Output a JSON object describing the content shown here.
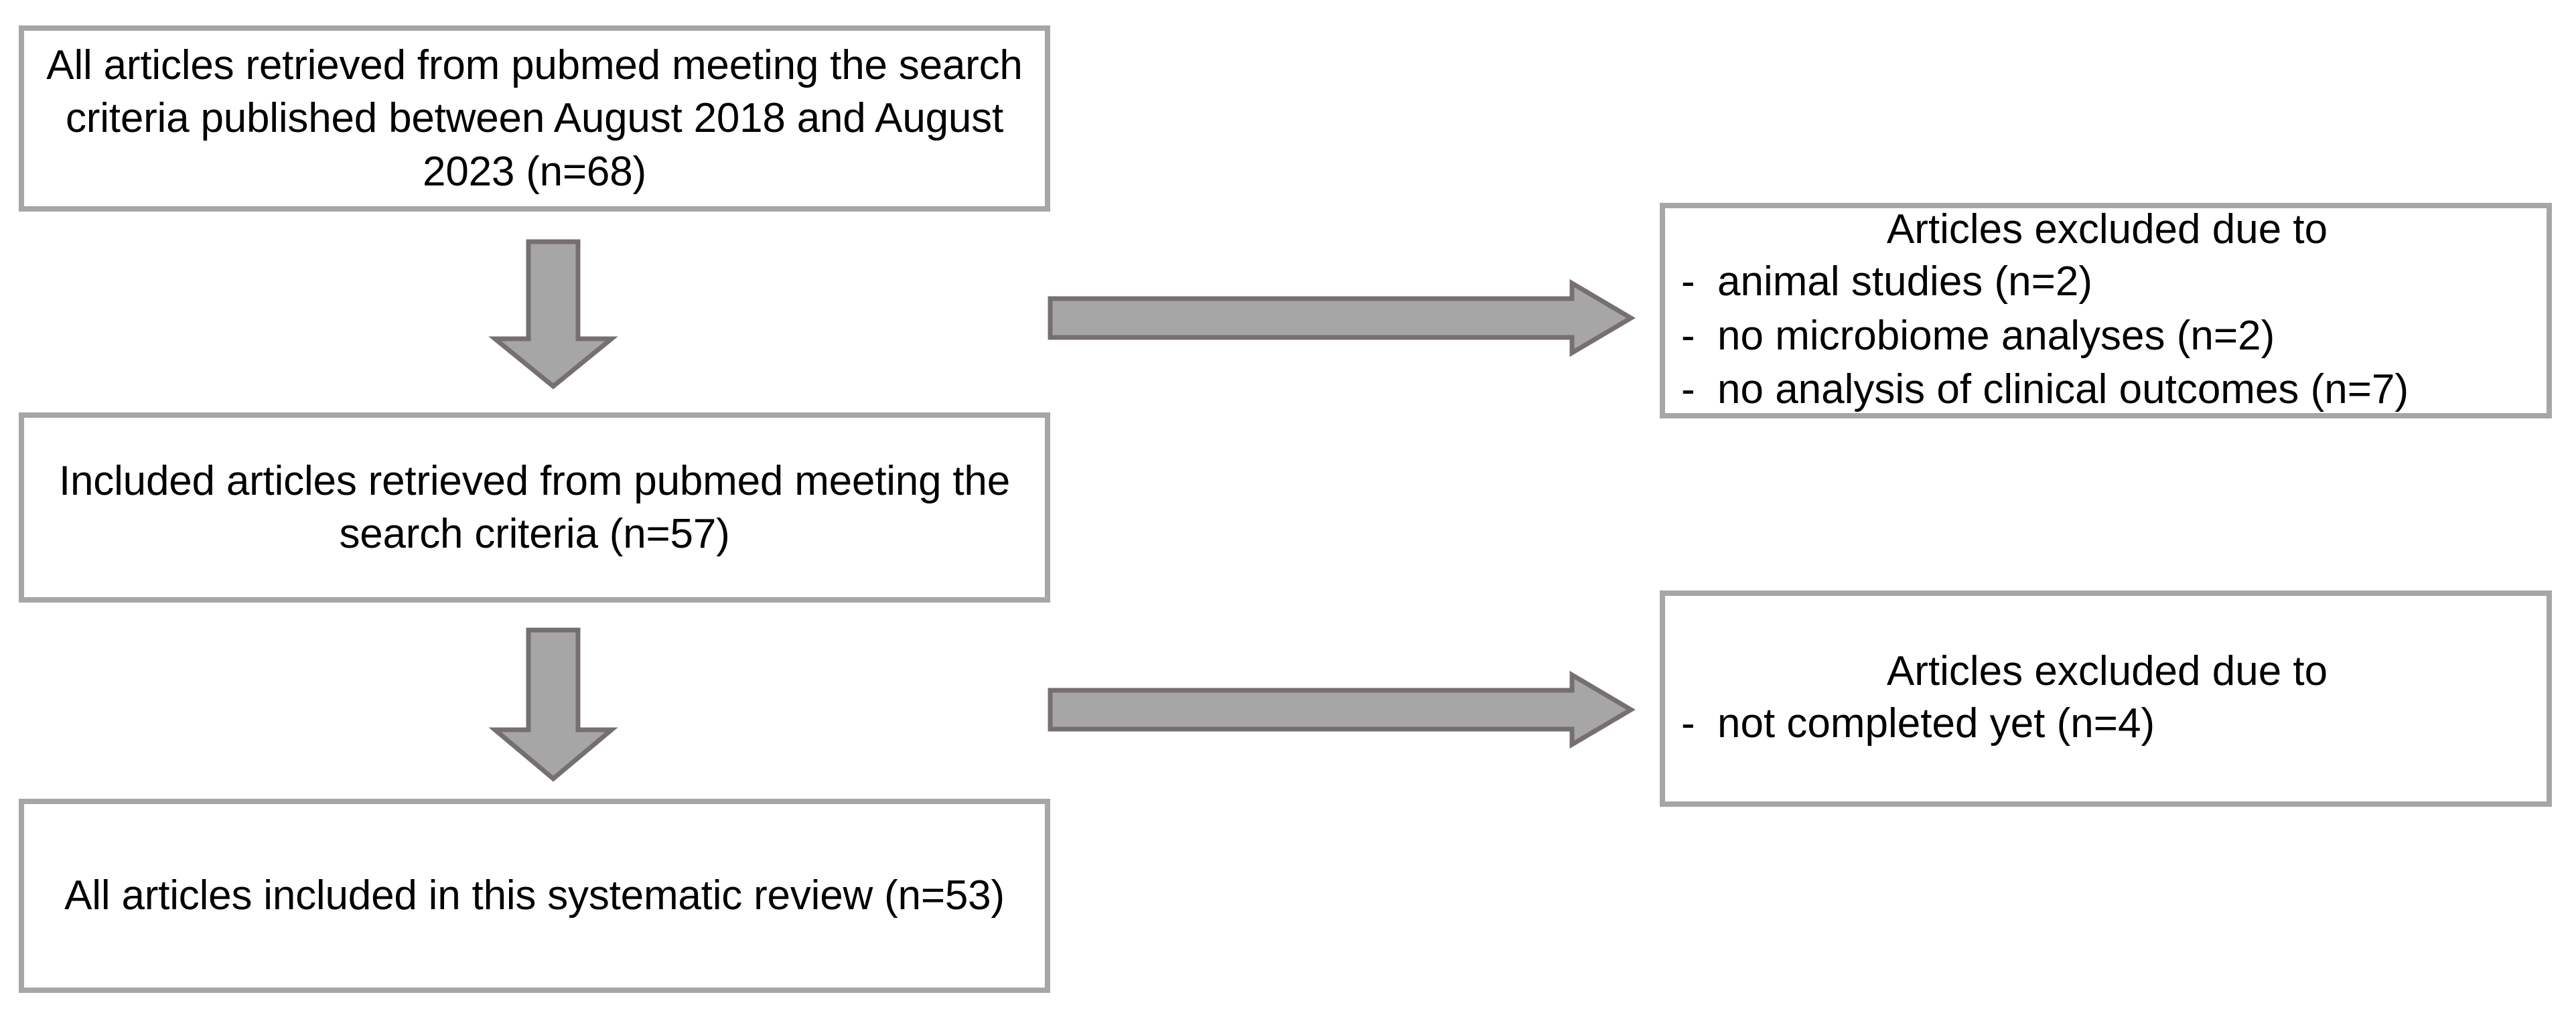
{
  "diagram": {
    "type": "prisma-flow-diagram",
    "colors": {
      "box_border": "#a6a6a6",
      "box_fill": "#ffffff",
      "arrow_fill": "#a6a6a6",
      "arrow_stroke": "#766f6f",
      "text": "#000000"
    },
    "boxes": [
      {
        "id": "retrieved",
        "text": "All articles retrieved from pubmed meeting the search criteria published between August 2018 and August 2023 (n=68)",
        "count_label": "(n=68)",
        "count": 68
      },
      {
        "id": "included-retrieved",
        "text": "Included articles retrieved from pubmed meeting the search criteria (n=57)",
        "count_label": "(n=57)",
        "count": 57
      },
      {
        "id": "final-included",
        "text": "All articles included in this systematic review (n=53)",
        "count_label": "(n=53)",
        "count": 53
      }
    ],
    "exclusions": [
      {
        "id": "exclusion-1",
        "title": "Articles excluded due to",
        "bullet": "-",
        "items": [
          {
            "reason": "animal studies (n=2)",
            "count": 2
          },
          {
            "reason": "no microbiome analyses (n=2)",
            "count": 2
          },
          {
            "reason": "no analysis of clinical outcomes (n=7)",
            "count": 7
          }
        ]
      },
      {
        "id": "exclusion-2",
        "title": "Articles excluded due to",
        "bullet": "-",
        "items": [
          {
            "reason": "not completed yet (n=4)",
            "count": 4
          }
        ]
      }
    ],
    "arrows": [
      {
        "id": "down-arrow-1",
        "direction": "down"
      },
      {
        "id": "down-arrow-2",
        "direction": "down"
      },
      {
        "id": "right-arrow-1",
        "direction": "right"
      },
      {
        "id": "right-arrow-2",
        "direction": "right"
      }
    ]
  }
}
